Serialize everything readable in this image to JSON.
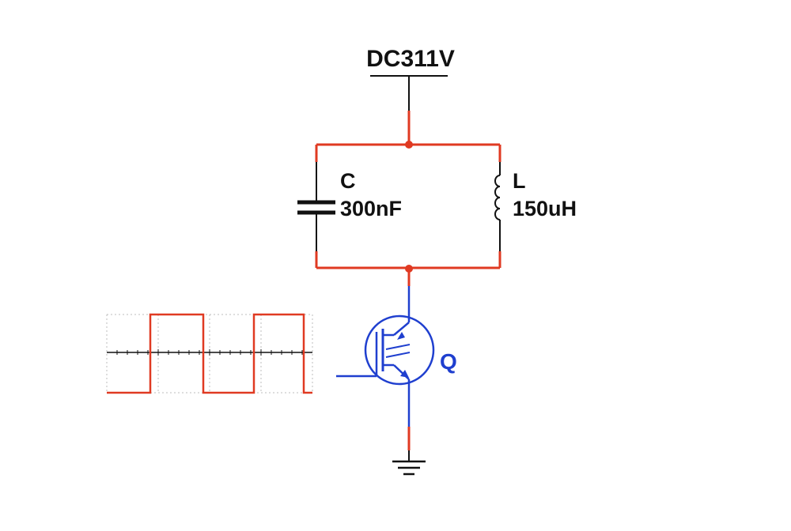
{
  "supply": {
    "label": "DC311V"
  },
  "capacitor": {
    "name": "C",
    "value": "300nF"
  },
  "inductor": {
    "name": "L",
    "value": "150uH"
  },
  "transistor": {
    "name": "Q"
  },
  "colors": {
    "wire_red": "#e03a22",
    "wire_black": "#111111",
    "transistor_blue": "#1f3fcf",
    "junction_red": "#e03a22",
    "grid": "#bdbdbd",
    "background": "#ffffff"
  },
  "gate_signal": {
    "type": "square-wave",
    "levels": [
      "low",
      "high",
      "low",
      "high",
      "low"
    ]
  }
}
